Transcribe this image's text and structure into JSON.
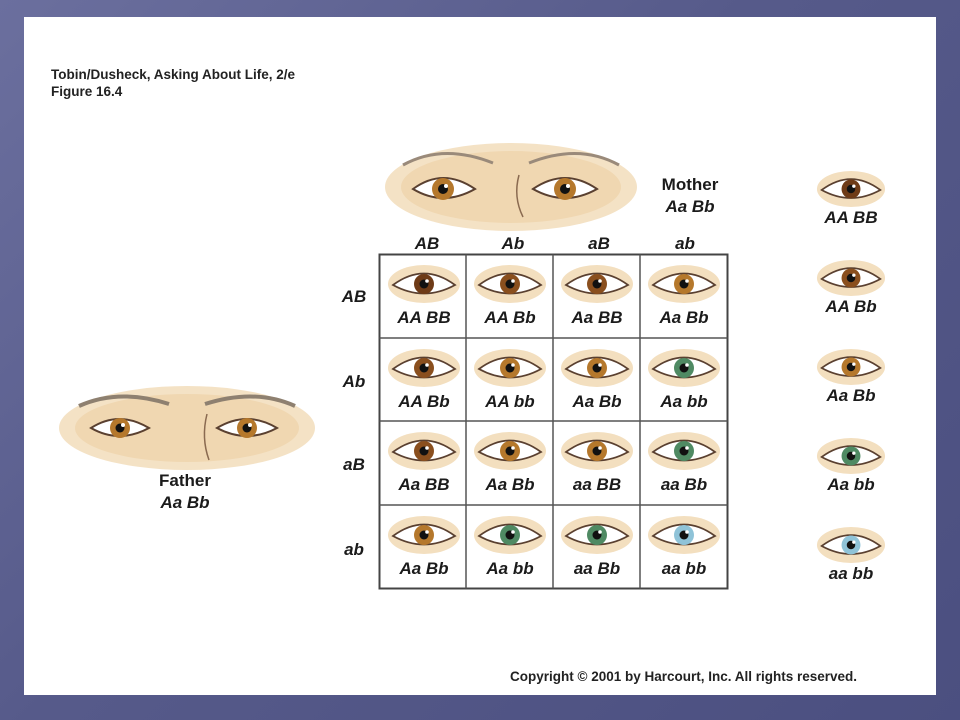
{
  "header": {
    "line1": "Tobin/Dusheck, Asking About Life, 2/e",
    "line2": "Figure 16.4"
  },
  "mother": {
    "label": "Mother",
    "genotype": "Aa Bb"
  },
  "father": {
    "label": "Father",
    "genotype": "Aa Bb"
  },
  "columns": [
    "AB",
    "Ab",
    "aB",
    "ab"
  ],
  "rows": [
    "AB",
    "Ab",
    "aB",
    "ab"
  ],
  "grid": [
    [
      {
        "genotype": "AA BB",
        "color": "dark-brown"
      },
      {
        "genotype": "AA Bb",
        "color": "brown"
      },
      {
        "genotype": "Aa BB",
        "color": "brown"
      },
      {
        "genotype": "Aa Bb",
        "color": "hazel"
      }
    ],
    [
      {
        "genotype": "AA Bb",
        "color": "brown"
      },
      {
        "genotype": "AA bb",
        "color": "hazel"
      },
      {
        "genotype": "Aa Bb",
        "color": "hazel"
      },
      {
        "genotype": "Aa bb",
        "color": "green"
      }
    ],
    [
      {
        "genotype": "Aa BB",
        "color": "brown"
      },
      {
        "genotype": "Aa Bb",
        "color": "hazel"
      },
      {
        "genotype": "aa BB",
        "color": "hazel"
      },
      {
        "genotype": "aa Bb",
        "color": "green"
      }
    ],
    [
      {
        "genotype": "Aa Bb",
        "color": "hazel"
      },
      {
        "genotype": "Aa bb",
        "color": "green"
      },
      {
        "genotype": "aa Bb",
        "color": "green"
      },
      {
        "genotype": "aa bb",
        "color": "blue"
      }
    ]
  ],
  "legend": [
    {
      "genotype": "AA BB",
      "color": "dark-brown"
    },
    {
      "genotype": "AA Bb",
      "color": "brown"
    },
    {
      "genotype": "Aa Bb",
      "color": "hazel"
    },
    {
      "genotype": "Aa bb",
      "color": "green"
    },
    {
      "genotype": "aa bb",
      "color": "blue"
    }
  ],
  "iris_colors": {
    "dark-brown": "#6e3b17",
    "brown": "#8a4f1e",
    "hazel": "#b5782c",
    "green": "#4f8a63",
    "blue": "#8fc3d8"
  },
  "skin_color": "#f3dfbf",
  "copyright": "Copyright © 2001 by Harcourt, Inc. All rights reserved."
}
